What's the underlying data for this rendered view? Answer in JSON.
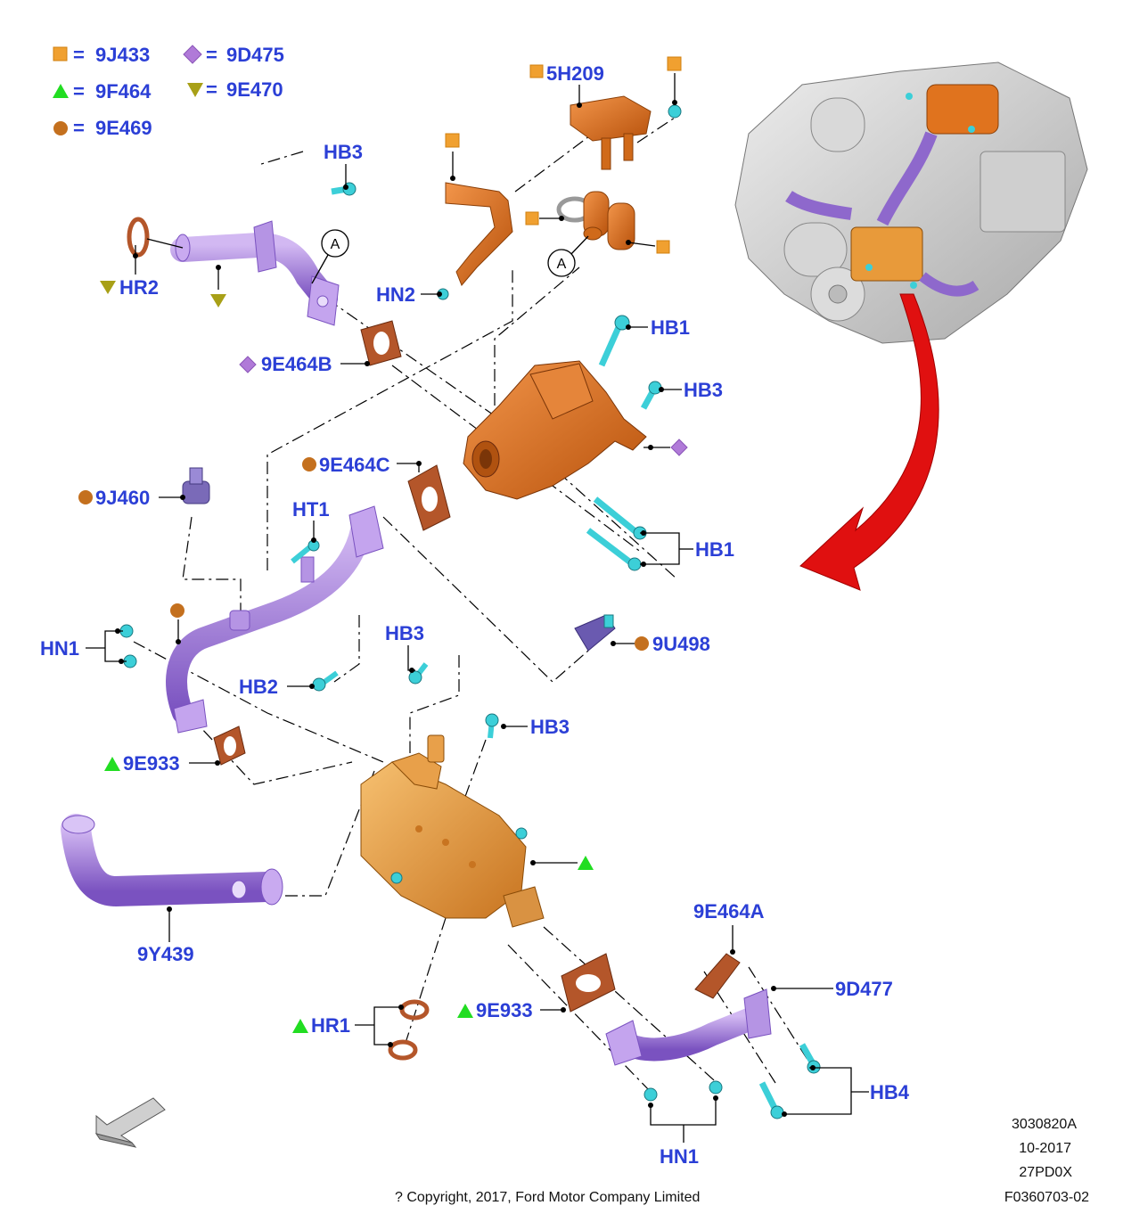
{
  "legend": [
    {
      "symbol": "square-icon",
      "color": "#f0a030",
      "eq": "=",
      "code": "9J433"
    },
    {
      "symbol": "diamond-icon",
      "color": "#b07ad8",
      "eq": "=",
      "code": "9D475"
    },
    {
      "symbol": "triangle-up-icon",
      "color": "#22dd22",
      "eq": "=",
      "code": "9F464"
    },
    {
      "symbol": "triangle-down-icon",
      "color": "#a8a017",
      "eq": "=",
      "code": "9E470"
    },
    {
      "symbol": "circle-icon",
      "color": "#c4701e",
      "eq": "=",
      "code": "9E469"
    }
  ],
  "callouts": {
    "hb3_top": "HB3",
    "hr2": "HR2",
    "ref_a_left": "A",
    "ref_a_right": "A",
    "hn2": "HN2",
    "s5h209": "5H209",
    "s9e464b": "9E464B",
    "hb1_top": "HB1",
    "hb3_right": "HB3",
    "s9e464c": "9E464C",
    "s9j460": "9J460",
    "ht1": "HT1",
    "hb1_mid": "HB1",
    "hn1_left": "HN1",
    "hb3_mid": "HB3",
    "hb2": "HB2",
    "s9u498": "9U498",
    "hb3_cooler": "HB3",
    "s9e933_left": "9E933",
    "s9y439": "9Y439",
    "s9e464a": "9E464A",
    "s9d477": "9D477",
    "hr1": "HR1",
    "s9e933_right": "9E933",
    "hb4": "HB4",
    "hn1_bottom": "HN1"
  },
  "meta": {
    "ref": "3030820A",
    "date": "10-2017",
    "code": "27PD0X",
    "figure": "F0360703-02",
    "copyright": "? Copyright, 2017, Ford Motor Company Limited"
  },
  "colors": {
    "label": "#2b3fd6",
    "square": "#f0a030",
    "diamond": "#b07ad8",
    "triangle_up": "#22dd22",
    "triangle_down": "#a8a017",
    "circle": "#c4701e",
    "orange_part": "#e0731e",
    "cooler": "#e89a3a",
    "purple_pipe": "#a07ad8",
    "teal_bolt": "#3ccfd8",
    "gasket": "#b4562a",
    "arrow_red": "#e01010"
  }
}
